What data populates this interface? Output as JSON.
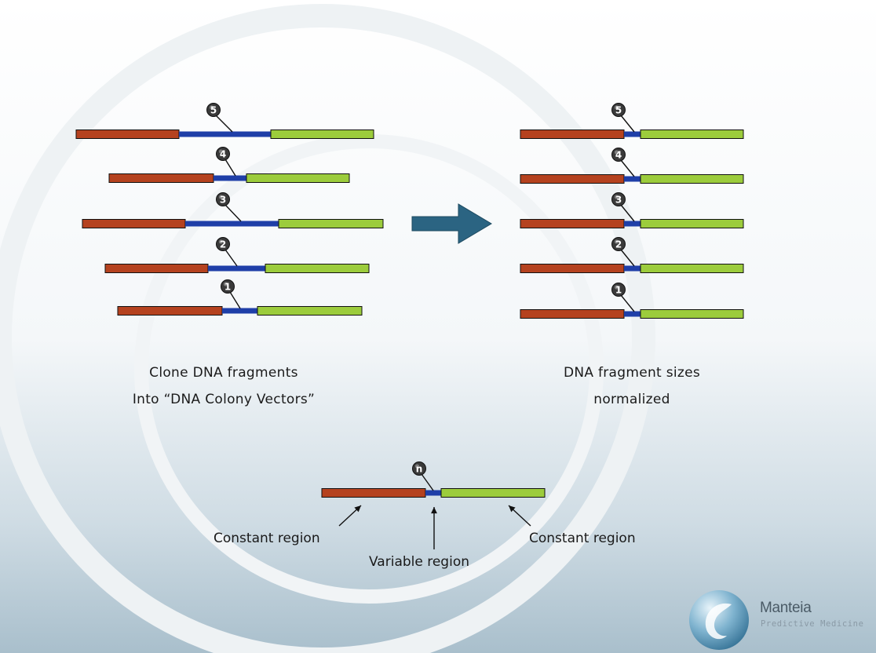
{
  "left_group": {
    "caption_line1": "Clone DNA fragments",
    "caption_line2": "Into “DNA Colony Vectors”",
    "fragments": [
      {
        "label": "5"
      },
      {
        "label": "4"
      },
      {
        "label": "3"
      },
      {
        "label": "2"
      },
      {
        "label": "1"
      }
    ]
  },
  "right_group": {
    "caption_line1": "DNA fragment sizes",
    "caption_line2": "normalized",
    "fragments": [
      {
        "label": "5"
      },
      {
        "label": "4"
      },
      {
        "label": "3"
      },
      {
        "label": "2"
      },
      {
        "label": "1"
      }
    ]
  },
  "legend": {
    "marker_label": "n",
    "constant_left": "Constant region",
    "variable": "Variable region",
    "constant_right": "Constant region"
  },
  "logo": {
    "name": "Manteia",
    "tagline": "Predictive Medicine"
  },
  "colors": {
    "constant_left": "#b5421f",
    "variable": "#1f3fa8",
    "constant_right": "#9ccc3c",
    "arrow": "#2b6482",
    "marker": "#3a3a3a"
  }
}
